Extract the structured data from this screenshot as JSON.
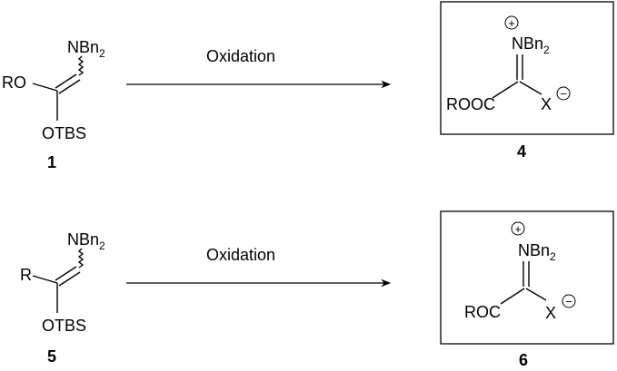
{
  "rows": [
    {
      "reactant": {
        "substituent": "RO",
        "amine": "NBn",
        "amine_sub": "2",
        "silyl": "OTBS",
        "number": "1"
      },
      "reagent": "Oxidation",
      "product": {
        "charge": "+",
        "amine": "NBn",
        "amine_sub": "2",
        "group": "ROOC",
        "anion": "X",
        "anion_charge": "−",
        "number": "4"
      }
    },
    {
      "reactant": {
        "substituent": "R",
        "amine": "NBn",
        "amine_sub": "2",
        "silyl": "OTBS",
        "number": "5"
      },
      "reagent": "Oxidation",
      "product": {
        "charge": "+",
        "amine": "NBn",
        "amine_sub": "2",
        "group": "ROC",
        "anion": "X",
        "anion_charge": "−",
        "number": "6"
      }
    }
  ]
}
